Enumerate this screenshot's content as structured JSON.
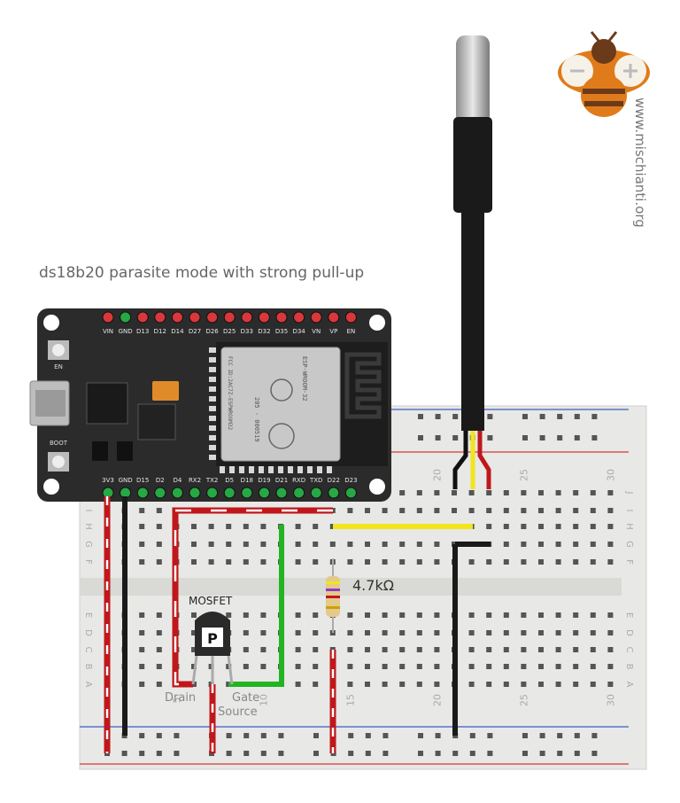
{
  "title": "ds18b20 parasite mode with strong pull-up",
  "website": "www.mischianti.org",
  "board": {
    "buttons": [
      "EN",
      "BOOT"
    ],
    "top_pins": [
      "VIN",
      "GND",
      "D13",
      "D12",
      "D14",
      "D27",
      "D26",
      "D25",
      "D33",
      "D32",
      "D35",
      "D34",
      "VN",
      "VP",
      "EN"
    ],
    "bottom_pins": [
      "3V3",
      "GND",
      "D15",
      "D2",
      "D4",
      "RX2",
      "TX2",
      "D5",
      "D18",
      "D19",
      "D21",
      "RXD",
      "TXD",
      "D22",
      "D23"
    ],
    "module_text": [
      "ESP-WROOM-32",
      "205 - 000519",
      "FCC ID:2AC7Z-ESPWROOM32"
    ]
  },
  "breadboard": {
    "column_numbers": [
      "5",
      "10",
      "15",
      "20",
      "25",
      "30"
    ],
    "row_letters_top": [
      "J",
      "I",
      "H",
      "G",
      "F"
    ],
    "row_letters_bottom": [
      "E",
      "D",
      "C",
      "B",
      "A"
    ]
  },
  "components": {
    "resistor_label": "4.7kΩ",
    "mosfet_label": "MOSFET",
    "mosfet_badge": "P",
    "pin_drain": "Drain",
    "pin_gate": "Gate",
    "pin_source": "Source"
  },
  "colors": {
    "wire_red": "#c0171b",
    "wire_green": "#22b422",
    "wire_yellow": "#f2e51c",
    "wire_black": "#1a1a1a",
    "board": "#2b2b2b",
    "breadboard": "#e8e8e6",
    "rail_blue": "#3b5bc7",
    "rail_red": "#d23a3a",
    "logo_orange": "#e07b1b",
    "logo_brown": "#6b3a1a"
  }
}
